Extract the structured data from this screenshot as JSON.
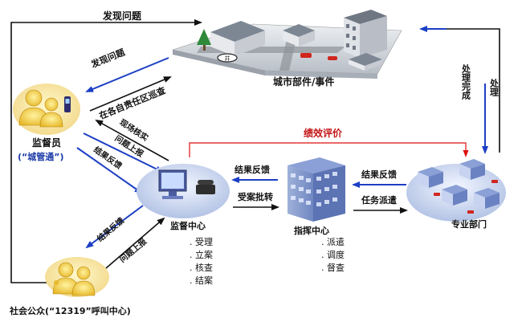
{
  "diagram": {
    "top_loop_label": "发现问题",
    "city_label": "城市部件/事件",
    "report_label": "发现问题",
    "patrol_label": "在各自责任区巡查",
    "supervisor": {
      "name": "监督员",
      "device": "(“城管通”)"
    },
    "verify_label": "现场核实",
    "report_up_label": "问题上报",
    "feedback_to_supervisor": "结果反馈",
    "public_label": "社会公众(“12319”呼叫中心)",
    "feedback_to_public": "结果反馈",
    "public_report": "问题上报",
    "perf_eval_label": "绩效评价",
    "supervision_center": {
      "name": "监督中心",
      "tasks": [
        "受理",
        "立案",
        "核查",
        "结案"
      ]
    },
    "command_center": {
      "name": "指挥中心",
      "tasks": [
        "派遣",
        "调度",
        "督查"
      ]
    },
    "dept": {
      "name": "专业部门"
    },
    "handle_label": "处理",
    "handle_done_label": "处理完成",
    "cmd_to_sup_feedback": "结果反馈",
    "sup_to_cmd_transfer": "受案批转",
    "dept_to_cmd_feedback": "结果反馈",
    "cmd_to_dept_dispatch": "任务派遣"
  }
}
